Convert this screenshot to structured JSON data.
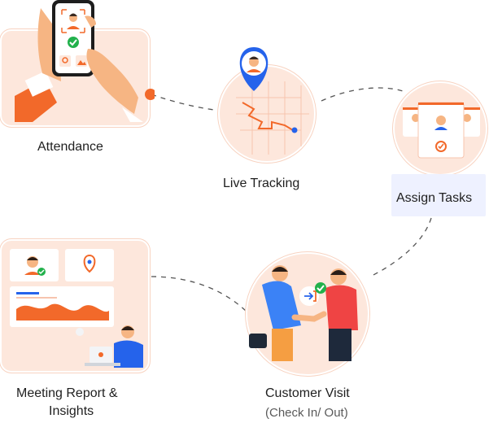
{
  "steps": {
    "attendance": {
      "label": "Attendance"
    },
    "live_tracking": {
      "label": "Live Tracking"
    },
    "assign_tasks": {
      "label": "Assign Tasks"
    },
    "customer_visit": {
      "label": "Customer Visit",
      "sublabel": "(Check In/ Out)"
    },
    "meeting_report": {
      "label_line1": "Meeting Report &",
      "label_line2": "Insights"
    }
  },
  "colors": {
    "accent_orange": "#f2692a",
    "soft_peach": "#fde7dc",
    "assign_bg": "#eef1ff",
    "check_green": "#22b14c",
    "pin_blue": "#2563eb"
  },
  "icons": [
    "check-icon",
    "location-pin-icon",
    "handshake-icon",
    "smartphone-icon"
  ]
}
